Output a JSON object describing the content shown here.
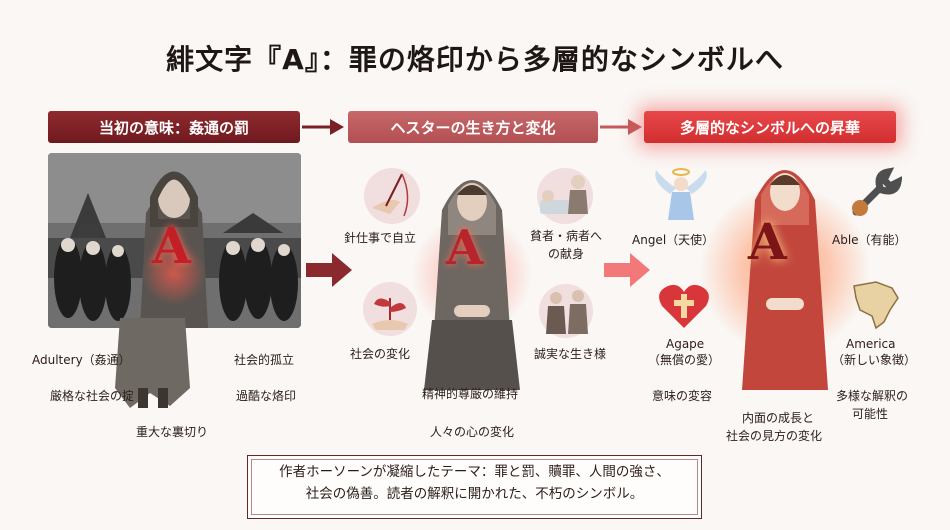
{
  "title": "緋文字『A』：罪の烙印から多層的なシンボルへ",
  "stages": [
    {
      "heading": "当初の意味：姦通の罰"
    },
    {
      "heading": "ヘスターの生き方と変化"
    },
    {
      "heading": "多層的なシンボルへの昇華"
    }
  ],
  "letter": "A",
  "stage1_labels": {
    "adultery": "Adultery（姦通）",
    "isolation": "社会的孤立",
    "law": "厳格な社会の掟",
    "brand": "過酷な烙印",
    "betrayal": "重大な裏切り"
  },
  "stage2_labels": {
    "sewing": "針仕事で自立",
    "devotion_line1": "貧者・病者へ",
    "devotion_line2": "の献身",
    "social_change": "社会の変化",
    "sincere": "誠実な生き様",
    "dignity": "精神的尊厳の維持",
    "hearts": "人々の心の変化"
  },
  "stage3_labels": {
    "angel": "Angel（天使）",
    "able": "Able（有能）",
    "agape_line1": "Agape",
    "agape_line2": "（無償の愛）",
    "america_line1": "America",
    "america_line2": "（新しい象徴）",
    "meaning": "意味の変容",
    "growth_line1": "内面の成長と",
    "growth_line2": "社会の見方の変化",
    "interpret_line1": "多様な解釈の",
    "interpret_line2": "可能性"
  },
  "note": {
    "line1": "作者ホーソーンが凝縮したテーマ：罪と罰、贖罪、人間の強さ、",
    "line2": "社会の偽善。読者の解釈に開かれた、不朽のシンボル。"
  },
  "colors": {
    "dark_red": "#7a1f24",
    "mid_red": "#b9585a",
    "bright_red": "#e23a3c"
  }
}
